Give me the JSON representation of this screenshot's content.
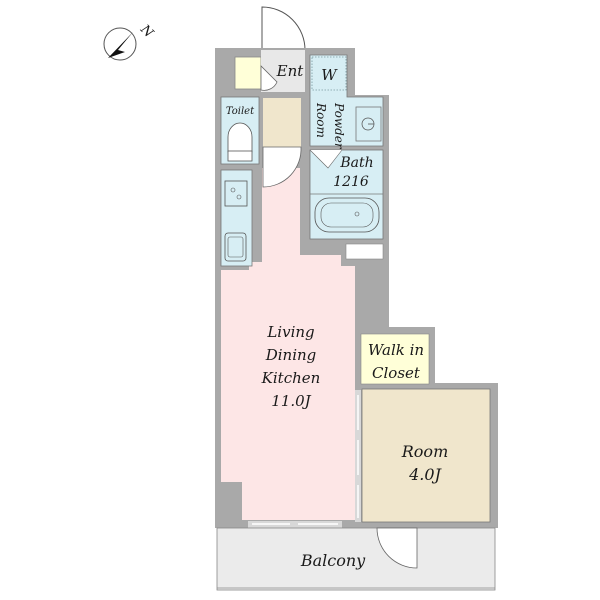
{
  "compass": {
    "label": "N"
  },
  "rooms": {
    "entrance": {
      "label": "Ent"
    },
    "washer": {
      "label": "W"
    },
    "powder_room": {
      "line1": "Powder",
      "line2": "Room"
    },
    "toilet": {
      "label": "Toilet"
    },
    "bath": {
      "line1": "Bath",
      "line2": "1216"
    },
    "ldk": {
      "line1": "Living",
      "line2": "Dining",
      "line3": "Kitchen",
      "line4": "11.0J"
    },
    "walk_in_closet": {
      "line1": "Walk in",
      "line2": "Closet"
    },
    "room": {
      "line1": "Room",
      "line2": "4.0J"
    },
    "balcony": {
      "label": "Balcony"
    }
  },
  "colors": {
    "wall": "#a9a9a9",
    "ldk": "#fde6e6",
    "wet_area": "#d7eef4",
    "room": "#f0e6cc",
    "closet": "#ffffd8",
    "entrance": "#e8e8e8",
    "balcony": "#ebebeb"
  }
}
